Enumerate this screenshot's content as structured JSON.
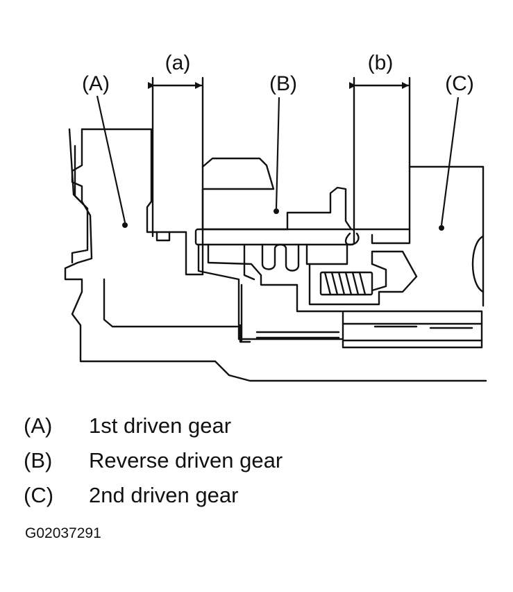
{
  "diagram": {
    "callouts": {
      "a": "(a)",
      "b": "(b)",
      "A": "(A)",
      "B": "(B)",
      "C": "(C)"
    }
  },
  "legend": [
    {
      "key": "(A)",
      "text": "1st driven gear"
    },
    {
      "key": "(B)",
      "text": "Reverse driven gear"
    },
    {
      "key": "(C)",
      "text": "2nd driven gear"
    }
  ],
  "figure_id": "G02037291"
}
